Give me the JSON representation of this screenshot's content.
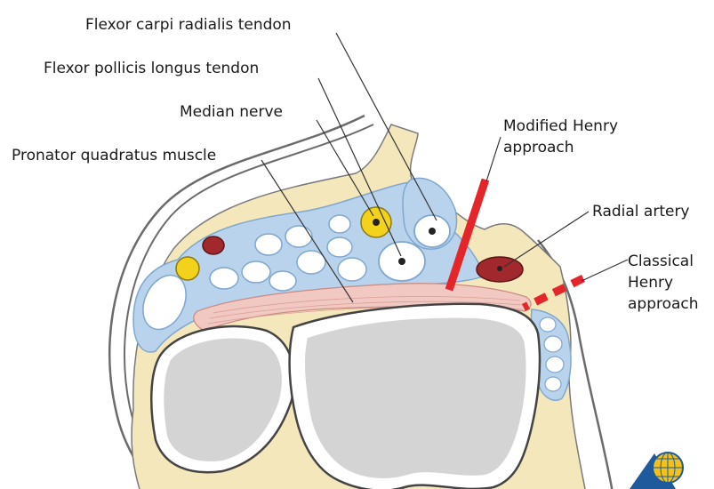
{
  "labels": {
    "flexor_carpi_radialis": "Flexor carpi radialis tendon",
    "flexor_pollicis_longus": "Flexor pollicis longus tendon",
    "median_nerve": "Median nerve",
    "pronator_quadratus": "Pronator quadratus muscle",
    "modified_henry": [
      "Modified Henry",
      "approach"
    ],
    "radial_artery": "Radial artery",
    "classical_henry": [
      "Classical",
      "Henry",
      "approach"
    ]
  },
  "colors": {
    "fat": "#f5e7bc",
    "bone_cortex": "#ffffff",
    "bone_marrow": "#d4d4d4",
    "tendon_sheath": "#b9d3ec",
    "muscle": "#f1c9c2",
    "nerve": "#f2d21a",
    "artery": "#a1282c",
    "approach_line": "#e4262b",
    "outline": "#505050"
  },
  "logo": {
    "name": "aofoundation-globe-logo"
  }
}
